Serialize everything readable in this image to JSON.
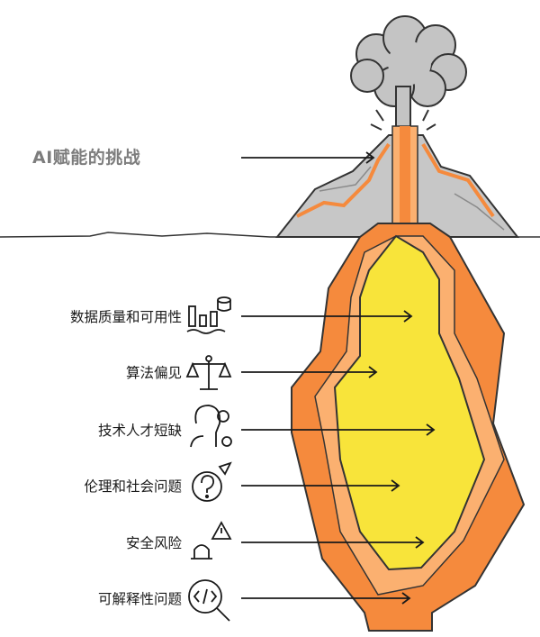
{
  "title": "AI赋能的挑战",
  "challenges": [
    {
      "label": "数据质量和可用性",
      "icon": "data-quality-icon"
    },
    {
      "label": "算法偏见",
      "icon": "scale-balance-icon"
    },
    {
      "label": "技术人才短缺",
      "icon": "talent-head-gear-icon"
    },
    {
      "label": "伦理和社会问题",
      "icon": "question-bubble-icon"
    },
    {
      "label": "安全风险",
      "icon": "warning-hazard-icon"
    },
    {
      "label": "可解释性问题",
      "icon": "code-magnifier-icon"
    }
  ],
  "colors": {
    "smoke": "#bdbdbd",
    "rock": "#c7c7c7",
    "lava_outer": "#f58a3d",
    "lava_mid": "#fbb070",
    "lava_core": "#f8e43a",
    "title": "#7d7d7d"
  }
}
